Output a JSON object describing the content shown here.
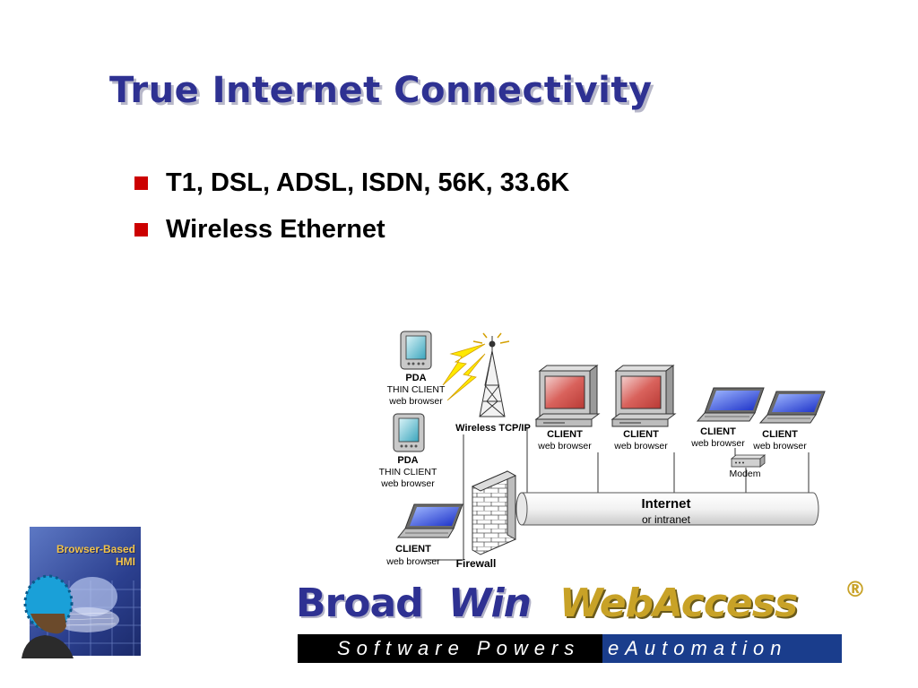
{
  "slide": {
    "title": "True Internet Connectivity",
    "bullets": [
      "T1, DSL, ADSL, ISDN, 56K, 33.6K",
      "Wireless Ethernet"
    ]
  },
  "diagram": {
    "pda_top": {
      "name": "PDA",
      "line1": "THIN CLIENT",
      "line2": "web browser"
    },
    "pda_bottom": {
      "name": "PDA",
      "line1": "THIN CLIENT",
      "line2": "web browser"
    },
    "wireless_label": "Wireless TCP/IP",
    "client_desktop_1": {
      "name": "CLIENT",
      "sub": "web browser"
    },
    "client_desktop_2": {
      "name": "CLIENT",
      "sub": "web browser"
    },
    "client_laptop_1": {
      "name": "CLIENT",
      "sub": "web browser"
    },
    "client_laptop_2": {
      "name": "CLIENT",
      "sub": "web browser"
    },
    "client_laptop_bottom": {
      "name": "CLIENT",
      "sub": "web browser"
    },
    "modem_label": "Modem",
    "internet_label": "Internet",
    "intranet_label": "or intranet",
    "firewall_label": "Firewall"
  },
  "logo": {
    "line1": "Browser-Based",
    "line2": "HMI"
  },
  "brand": {
    "broad": "Broad",
    "win": "Win",
    "webaccess": "WebAccess",
    "registered": "®",
    "tagline_left": "Software Powers",
    "tagline_right": "eAutomation"
  },
  "colors": {
    "title": "#2e3192",
    "bullet": "#cc0000",
    "brand_gold": "#c8a227",
    "tagline_blue": "#1a3d8c"
  }
}
